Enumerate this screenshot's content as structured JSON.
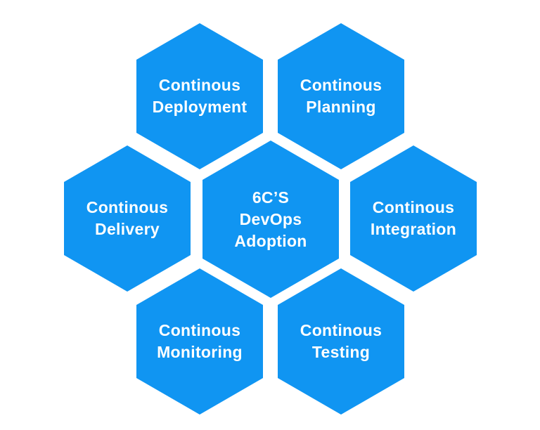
{
  "diagram": {
    "type": "honeycomb",
    "background_color": "#ffffff",
    "hex_fill_color": "#1095F2",
    "hex_text_color": "#ffffff",
    "hub": {
      "id": "devops-adoption-hub",
      "lines": [
        "6C’S",
        "DevOps",
        "Adoption"
      ]
    },
    "cells": [
      {
        "id": "continous-deployment",
        "lines": [
          "Continous",
          "Deployment"
        ]
      },
      {
        "id": "continous-planning",
        "lines": [
          "Continous",
          "Planning"
        ]
      },
      {
        "id": "continous-delivery",
        "lines": [
          "Continous",
          "Delivery"
        ]
      },
      {
        "id": "continous-integration",
        "lines": [
          "Continous",
          "Integration"
        ]
      },
      {
        "id": "continous-monitoring",
        "lines": [
          "Continous",
          "Monitoring"
        ]
      },
      {
        "id": "continous-testing",
        "lines": [
          "Continous",
          "Testing"
        ]
      }
    ]
  }
}
